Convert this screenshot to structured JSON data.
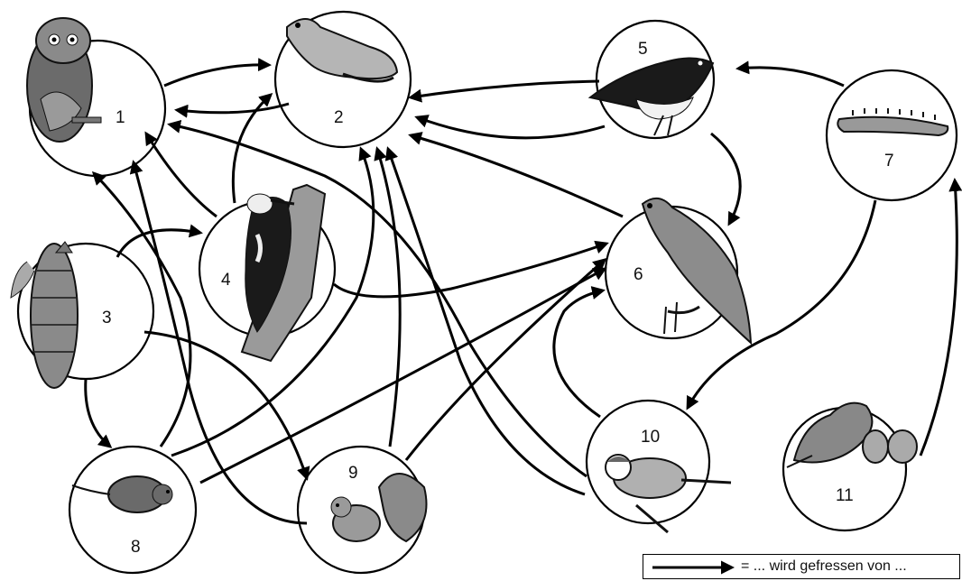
{
  "nodes": [
    {
      "id": "1",
      "label": "1",
      "animal": "owl-icon"
    },
    {
      "id": "2",
      "label": "2",
      "animal": "weasel-icon"
    },
    {
      "id": "3",
      "label": "3",
      "animal": "spruce-cone-icon"
    },
    {
      "id": "4",
      "label": "4",
      "animal": "woodpecker-icon"
    },
    {
      "id": "5",
      "label": "5",
      "animal": "flycatcher-icon"
    },
    {
      "id": "6",
      "label": "6",
      "animal": "sparrowhawk-icon"
    },
    {
      "id": "7",
      "label": "7",
      "animal": "caterpillar-icon"
    },
    {
      "id": "8",
      "label": "8",
      "animal": "mouse-icon"
    },
    {
      "id": "9",
      "label": "9",
      "animal": "squirrel-icon"
    },
    {
      "id": "10",
      "label": "10",
      "animal": "blue-tit-icon"
    },
    {
      "id": "11",
      "label": "11",
      "animal": "oak-leaf-acorn-icon"
    }
  ],
  "edges": [
    {
      "from": "1",
      "to": "2"
    },
    {
      "from": "2",
      "to": "1"
    },
    {
      "from": "5",
      "to": "2"
    },
    {
      "from": "5",
      "to": "6"
    },
    {
      "from": "7",
      "to": "5"
    },
    {
      "from": "7",
      "to": "10"
    },
    {
      "from": "11",
      "to": "7"
    },
    {
      "from": "3",
      "to": "4"
    },
    {
      "from": "3",
      "to": "8"
    },
    {
      "from": "3",
      "to": "9"
    },
    {
      "from": "4",
      "to": "1"
    },
    {
      "from": "4",
      "to": "2"
    },
    {
      "from": "4",
      "to": "6"
    },
    {
      "from": "8",
      "to": "1"
    },
    {
      "from": "8",
      "to": "2"
    },
    {
      "from": "8",
      "to": "6"
    },
    {
      "from": "9",
      "to": "1"
    },
    {
      "from": "9",
      "to": "2"
    },
    {
      "from": "9",
      "to": "6"
    },
    {
      "from": "10",
      "to": "1"
    },
    {
      "from": "10",
      "to": "2"
    },
    {
      "from": "10",
      "to": "6"
    },
    {
      "from": "6",
      "to": "2"
    }
  ],
  "legend": {
    "text": "=  ... wird gefressen von ..."
  }
}
